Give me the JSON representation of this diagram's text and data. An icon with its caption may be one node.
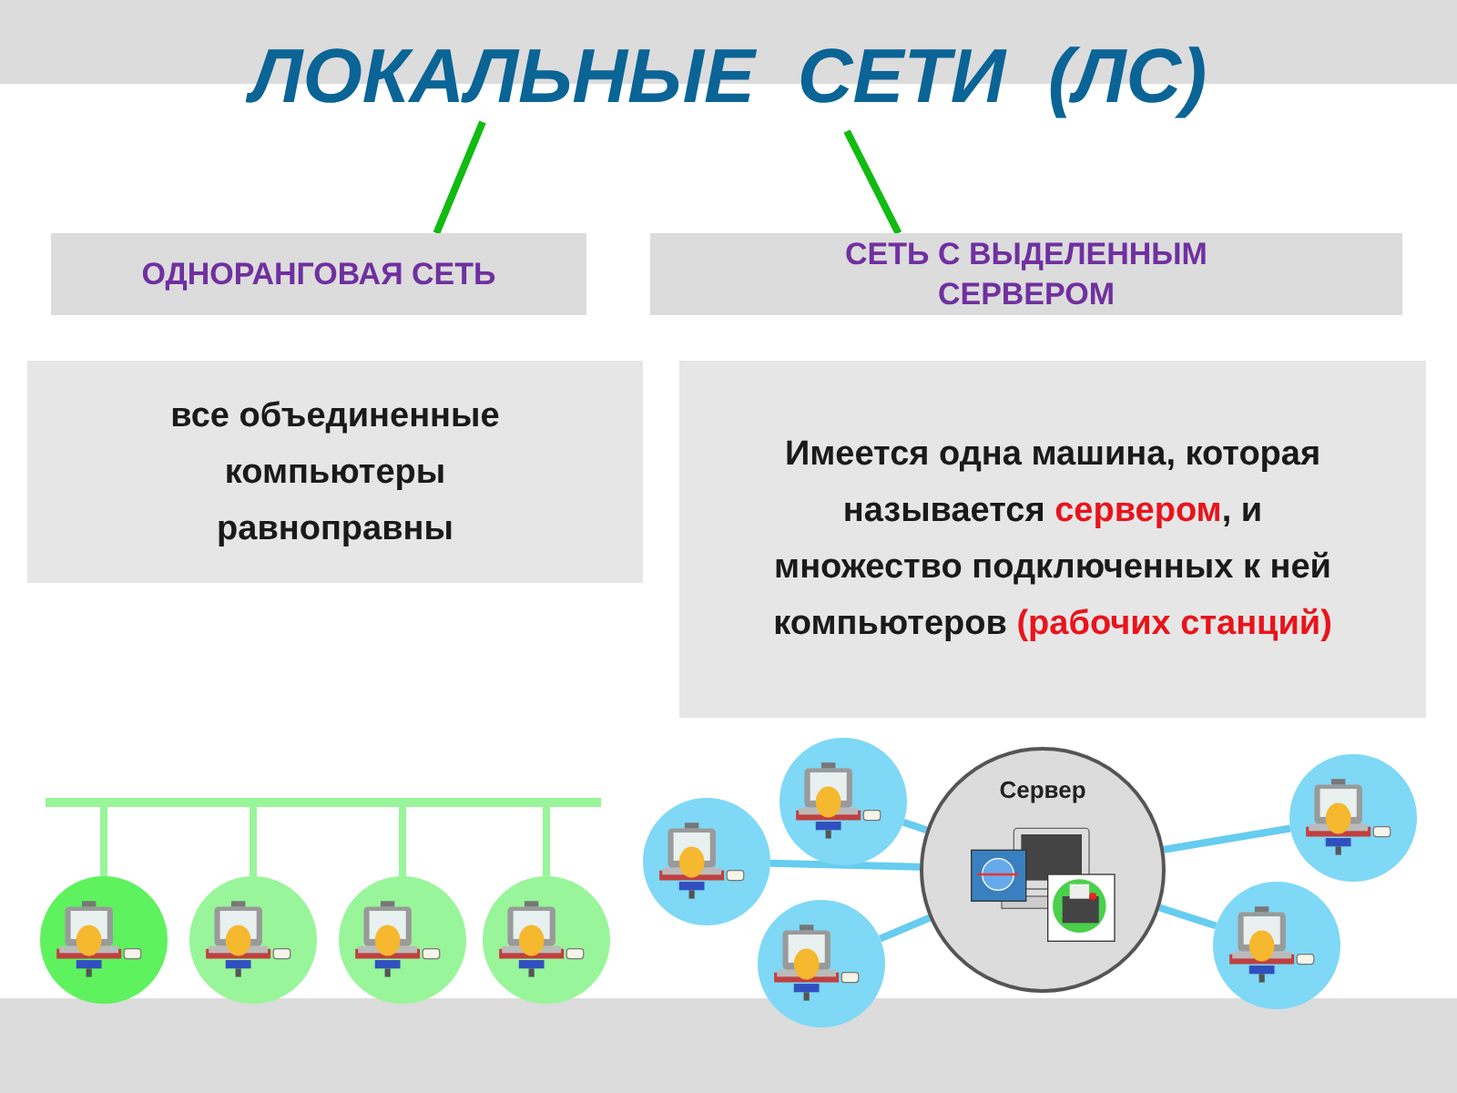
{
  "diagram": {
    "nodes": [
      {
        "text": [
          "ЛОКАЛЬНЫЕ  СЕТИ  (ЛС)"
        ]
      },
      {
        "text": [
          "ОДНОРАНГОВАЯ  СЕТЬ"
        ]
      },
      {
        "text": [
          "СЕТЬ  С  ВЫДЕЛЕННЫМ СЕРВЕРОМ"
        ]
      },
      {
        "text": [
          "все объединенные компьютеры равноправны"
        ]
      },
      {
        "text": [
          "Имеется одна машина, которая называется **сервером**, и множество подключенных к ней компьютеров **(рабочих станций)**"
        ]
      },
      {
        "text": [],
        "shape": "bar"
      },
      {
        "text": [],
        "shape": "picture"
      },
      {
        "text": [],
        "shape": "picture"
      },
      {
        "text": [],
        "shape": "picture"
      },
      {
        "text": [],
        "shape": "picture"
      },
      {
        "text": [
          "Сервер"
        ]
      },
      {
        "text": [],
        "shape": "picture"
      },
      {
        "text": [],
        "shape": "picture"
      },
      {
        "text": [],
        "shape": "picture"
      },
      {
        "text": [],
        "shape": "picture"
      },
      {
        "text": [],
        "shape": "picture"
      }
    ],
    "edges": [
      {
        "from": 0,
        "to": 1,
        "arrow": "none",
        "color": "#11bb11"
      },
      {
        "from": 0,
        "to": 2,
        "arrow": "none",
        "color": "#11bb11"
      },
      {
        "from": 5,
        "to": 6,
        "arrow": "none"
      },
      {
        "from": 5,
        "to": 7,
        "arrow": "none"
      },
      {
        "from": 5,
        "to": 8,
        "arrow": "none"
      },
      {
        "from": 5,
        "to": 9,
        "arrow": "none"
      },
      {
        "from": 10,
        "to": 11,
        "arrow": "none",
        "color": "#66ccf0"
      },
      {
        "from": 10,
        "to": 12,
        "arrow": "none",
        "color": "#66ccf0"
      },
      {
        "from": 10,
        "to": 13,
        "arrow": "none",
        "color": "#66ccf0"
      },
      {
        "from": 10,
        "to": 14,
        "arrow": "none",
        "color": "#66ccf0"
      },
      {
        "from": 10,
        "to": 15,
        "arrow": "none",
        "color": "#66ccf0"
      }
    ]
  }
}
